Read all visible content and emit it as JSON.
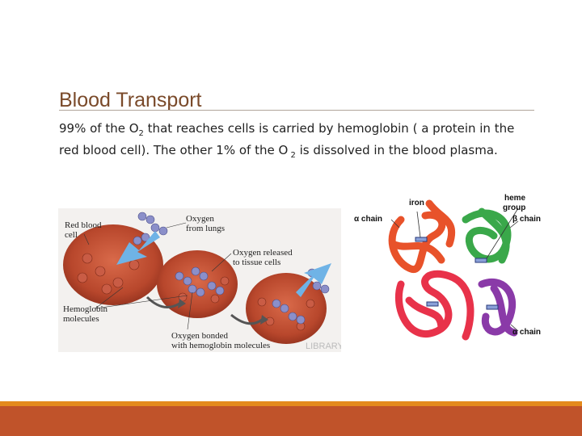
{
  "slide": {
    "title": "Blood Transport",
    "text": {
      "part1": "99% of the O",
      "sub1": "2",
      "part2": " that reaches cells is carried by hemoglobin ( a protein in the red blood cell). The other 1% of the O",
      "sub2": " 2",
      "part3": " is dissolved in the blood plasma."
    }
  },
  "figure_left": {
    "labels": {
      "rbc_line1": "Red blood",
      "rbc_line2": "cell",
      "oxy_lungs_line1": "Oxygen",
      "oxy_lungs_line2": "from lungs",
      "oxy_released_line1": "Oxygen released",
      "oxy_released_line2": "to tissue cells",
      "hemoglobin_line1": "Hemoglobin",
      "hemoglobin_line2": "molecules",
      "bonded_line1": "Oxygen bonded",
      "bonded_line2": "with hemoglobin molecules",
      "watermark": "LIBRARY"
    }
  },
  "figure_right": {
    "labels": {
      "iron": "iron",
      "heme_line1": "heme",
      "heme_line2": "group",
      "alpha_chain_left": "α chain",
      "beta_chain": "β chain",
      "alpha_chain_right": "α chain"
    }
  },
  "colors": {
    "title": "#7a4a2a",
    "footer_thin": "#e48a1d",
    "footer_band": "#c0532a"
  }
}
